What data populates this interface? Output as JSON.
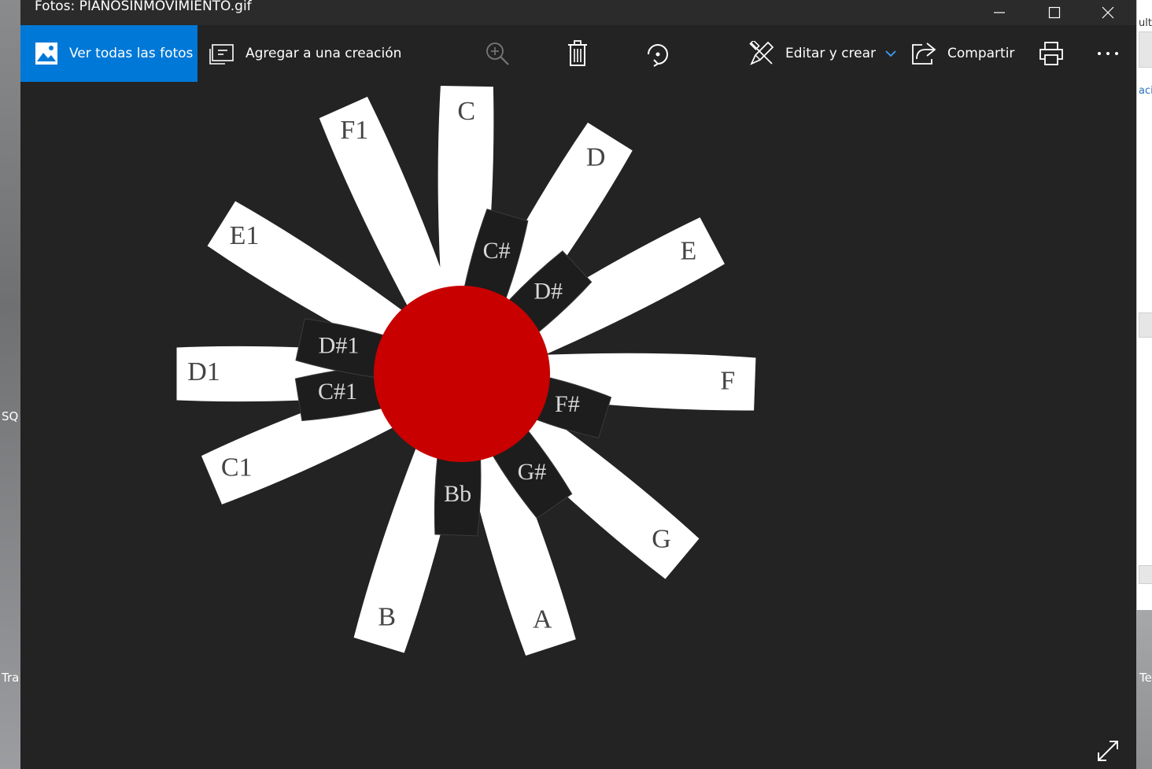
{
  "window": {
    "title": "Fotos: PIANOSINMOVIMIENTO.gif"
  },
  "toolbar": {
    "see_all_label": "Ver todas las fotos",
    "add_creation_label": "Agregar a una creación",
    "edit_create_label": "Editar y crear",
    "share_label": "Compartir"
  },
  "colors": {
    "accent": "#0078d7",
    "window_bg": "#232323",
    "petal": "#ffffff",
    "center": "#c80000"
  },
  "image": {
    "white_keys": [
      "C",
      "D",
      "E",
      "F",
      "G",
      "A",
      "B",
      "C1",
      "D1",
      "E1",
      "F1"
    ],
    "black_keys": [
      "C#",
      "D#",
      "F#",
      "G#",
      "Bb",
      "C#1",
      "D#1"
    ],
    "white_key_label": "petal white",
    "center_label": ""
  },
  "desktop": {
    "left_fragments": [
      "SQ",
      "Tra"
    ],
    "right_fragments": [
      "ulta",
      "aci",
      "Te"
    ]
  }
}
